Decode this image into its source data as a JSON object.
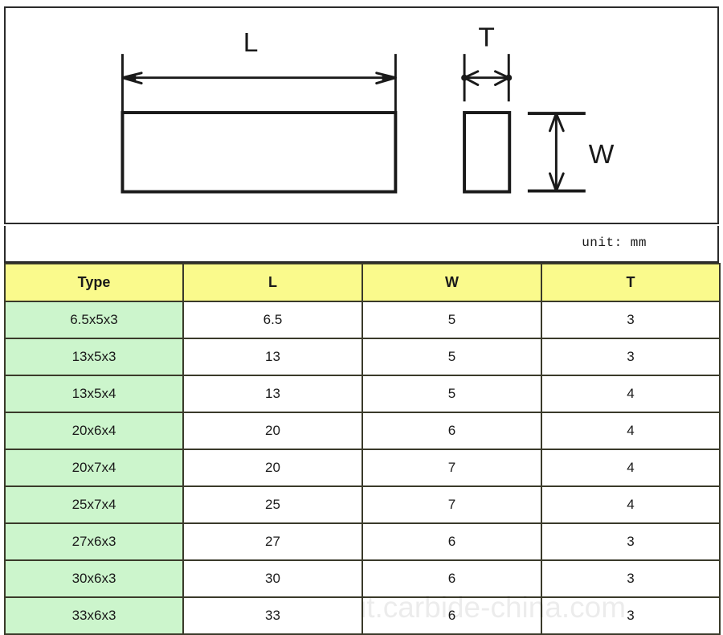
{
  "drawing": {
    "labels": {
      "length": "L",
      "width": "W",
      "thickness": "T"
    },
    "icons": {
      "length_dimension": "dimension-arrow-horizontal-icon",
      "thickness_dimension": "dimension-arrow-horizontal-icon",
      "width_dimension": "dimension-arrow-vertical-icon",
      "front_view": "rectangle-front-view-icon",
      "side_view": "rectangle-side-view-icon"
    },
    "line_color": "#1a1a1a"
  },
  "unit_note": "unit: mm",
  "table": {
    "columns": [
      "Type",
      "L",
      "W",
      "T"
    ],
    "rows": [
      {
        "type": "6.5x5x3",
        "l": "6.5",
        "w": "5",
        "t": "3"
      },
      {
        "type": "13x5x3",
        "l": "13",
        "w": "5",
        "t": "3"
      },
      {
        "type": "13x5x4",
        "l": "13",
        "w": "5",
        "t": "4"
      },
      {
        "type": "20x6x4",
        "l": "20",
        "w": "6",
        "t": "4"
      },
      {
        "type": "20x7x4",
        "l": "20",
        "w": "7",
        "t": "4"
      },
      {
        "type": "25x7x4",
        "l": "25",
        "w": "7",
        "t": "4"
      },
      {
        "type": "27x6x3",
        "l": "27",
        "w": "6",
        "t": "3"
      },
      {
        "type": "30x6x3",
        "l": "30",
        "w": "6",
        "t": "3"
      },
      {
        "type": "33x6x3",
        "l": "33",
        "w": "6",
        "t": "3"
      }
    ],
    "colors": {
      "header_background": "#fafa8c",
      "type_cell_background": "#ccf5cc",
      "value_cell_background": "#ffffff",
      "border": "#3a3a2a"
    }
  },
  "watermark": {
    "text": "it.carbide-china.com"
  }
}
